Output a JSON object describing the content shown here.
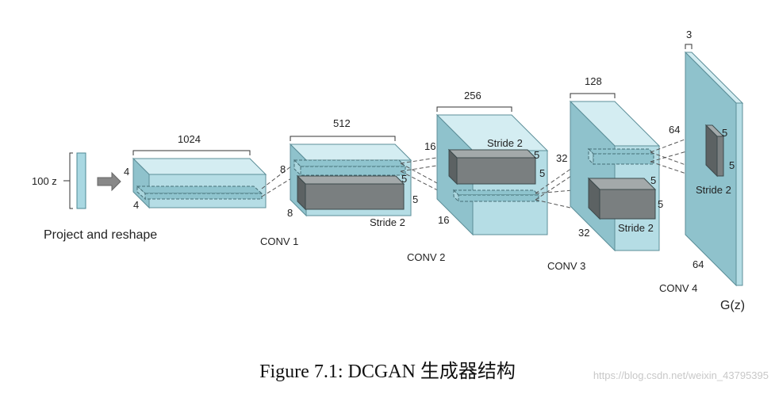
{
  "labels": {
    "z_dim": "100 z",
    "project": "Project and reshape",
    "conv1": "CONV 1",
    "conv2": "CONV 2",
    "conv3": "CONV 3",
    "conv4": "CONV 4",
    "output": "G(z)",
    "stride": "Stride 2"
  },
  "dims": {
    "l0_depth": "1024",
    "l0_h": "4",
    "l0_w": "4",
    "l1_depth": "512",
    "l1_h": "8",
    "l1_w": "8",
    "l2_depth": "256",
    "l2_h": "16",
    "l2_w": "16",
    "l3_depth": "128",
    "l3_h": "32",
    "l3_w": "32",
    "l4_depth": "3",
    "l4_h": "64",
    "l4_w": "64",
    "kernel": "5"
  },
  "caption": "Figure 7.1: DCGAN 生成器结构",
  "watermark": "https://blog.csdn.net/weixin_43795395"
}
